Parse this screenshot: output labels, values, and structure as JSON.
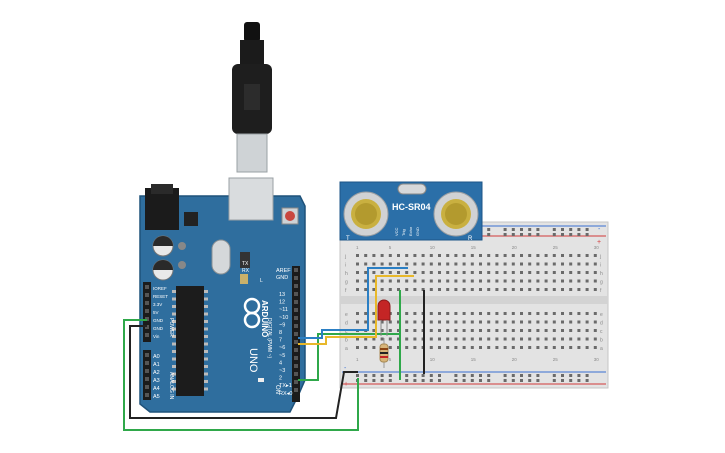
{
  "arduino": {
    "brand": "ARDUINO",
    "model": "UNO",
    "aref": "AREF",
    "gnd": "GND",
    "digital_pins": [
      "13",
      "12",
      "~11",
      "~10",
      "~9",
      "8",
      "7",
      "~6",
      "~5",
      "4",
      "~3",
      "2",
      "TX▸1",
      "RX◂0"
    ],
    "digital_label": "DIGITAL (PWM ~)",
    "power_label": "POWER",
    "power_pins": [
      "IOREF",
      "RESET",
      "3.3V",
      "5V",
      "GND",
      "GND",
      "Vin"
    ],
    "analog_label": "ANALOG IN",
    "analog_pins": [
      "A0",
      "A1",
      "A2",
      "A3",
      "A4",
      "A5"
    ],
    "on_label": "ON",
    "tx": "TX",
    "rx": "RX",
    "l_label": "L"
  },
  "sensor": {
    "name": "HC-SR04",
    "pins": [
      "VCC",
      "Trig",
      "Echo",
      "GND"
    ],
    "left_mark": "T",
    "right_mark": "R"
  },
  "breadboard": {
    "rail_plus": "+",
    "rail_minus": "-",
    "rows_top": [
      "j",
      "i",
      "h",
      "g",
      "f"
    ],
    "rows_bottom": [
      "e",
      "d",
      "c",
      "b",
      "a"
    ],
    "columns": [
      "1",
      "5",
      "10",
      "15",
      "20",
      "25",
      "30"
    ]
  },
  "colors": {
    "board": "#2f6e9e",
    "board_dark": "#1f527a",
    "sensor": "#2b6fa8",
    "wire_green": "#2fa84a",
    "wire_black": "#222222",
    "wire_blue": "#2b7fc4",
    "wire_yellow": "#e8b82a",
    "led_red": "#c42525",
    "rail_red": "#d23a3a",
    "rail_blue": "#3a6fd2"
  }
}
